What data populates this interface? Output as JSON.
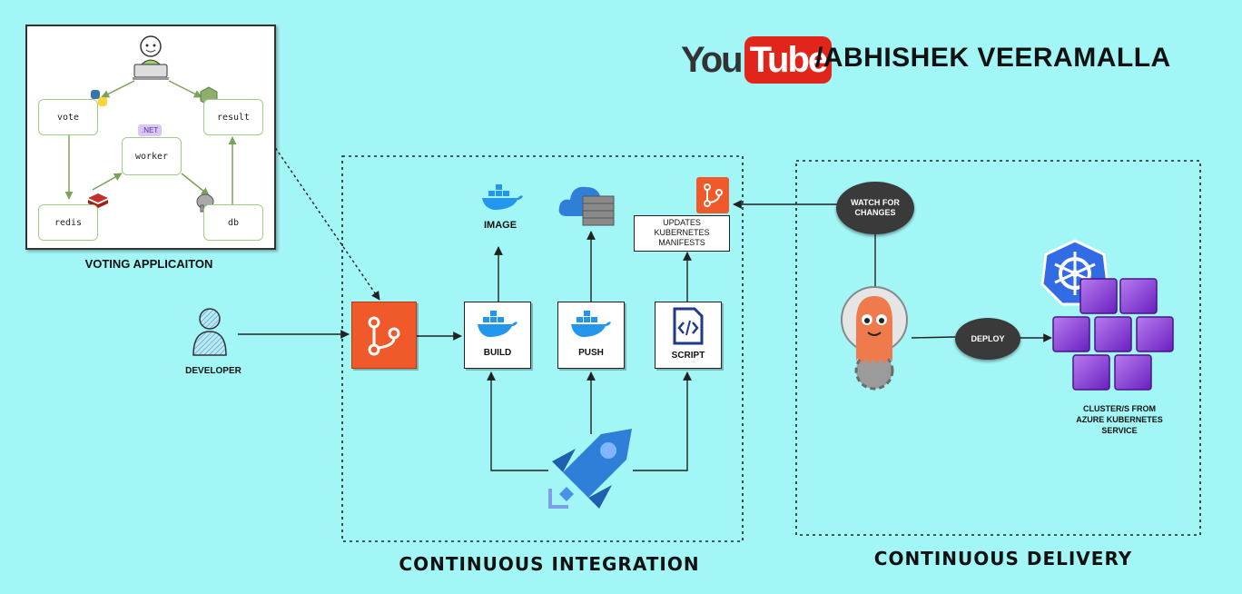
{
  "brand": {
    "logo_you": "You",
    "logo_tube": "Tube",
    "channel": "/ABHISHEK VEERAMALLA"
  },
  "voting_app": {
    "caption": "VOTING APPLICAITON",
    "nodes": {
      "vote": "vote",
      "result": "result",
      "worker": "worker",
      "redis": "redis",
      "db": "db",
      "net_badge": ".NET"
    }
  },
  "developer": {
    "label": "DEVELOPER"
  },
  "ci": {
    "caption": "CONTINUOUS INTEGRATION",
    "build": "BUILD",
    "push": "PUSH",
    "script": "SCRIPT",
    "image": "IMAGE",
    "updates_lines": [
      "UPDATES",
      "KUBERNETES",
      "MANIFESTS"
    ]
  },
  "cd": {
    "caption": "CONTINUOUS DELIVERY",
    "watch_lines": [
      "WATCH FOR",
      "CHANGES"
    ],
    "deploy": "DEPLOY",
    "cluster_lines": [
      "CLUSTER/S FROM",
      "AZURE KUBERNETES",
      "SERVICE"
    ]
  },
  "colors": {
    "background": "#a3f6f6",
    "git_orange": "#f0592a",
    "docker_blue": "#2496ed",
    "azure_blue": "#2f7fd8",
    "argo_orange": "#ef7b4d",
    "aks_purple": "#8a2be2",
    "youtube_red": "#e1251b"
  }
}
